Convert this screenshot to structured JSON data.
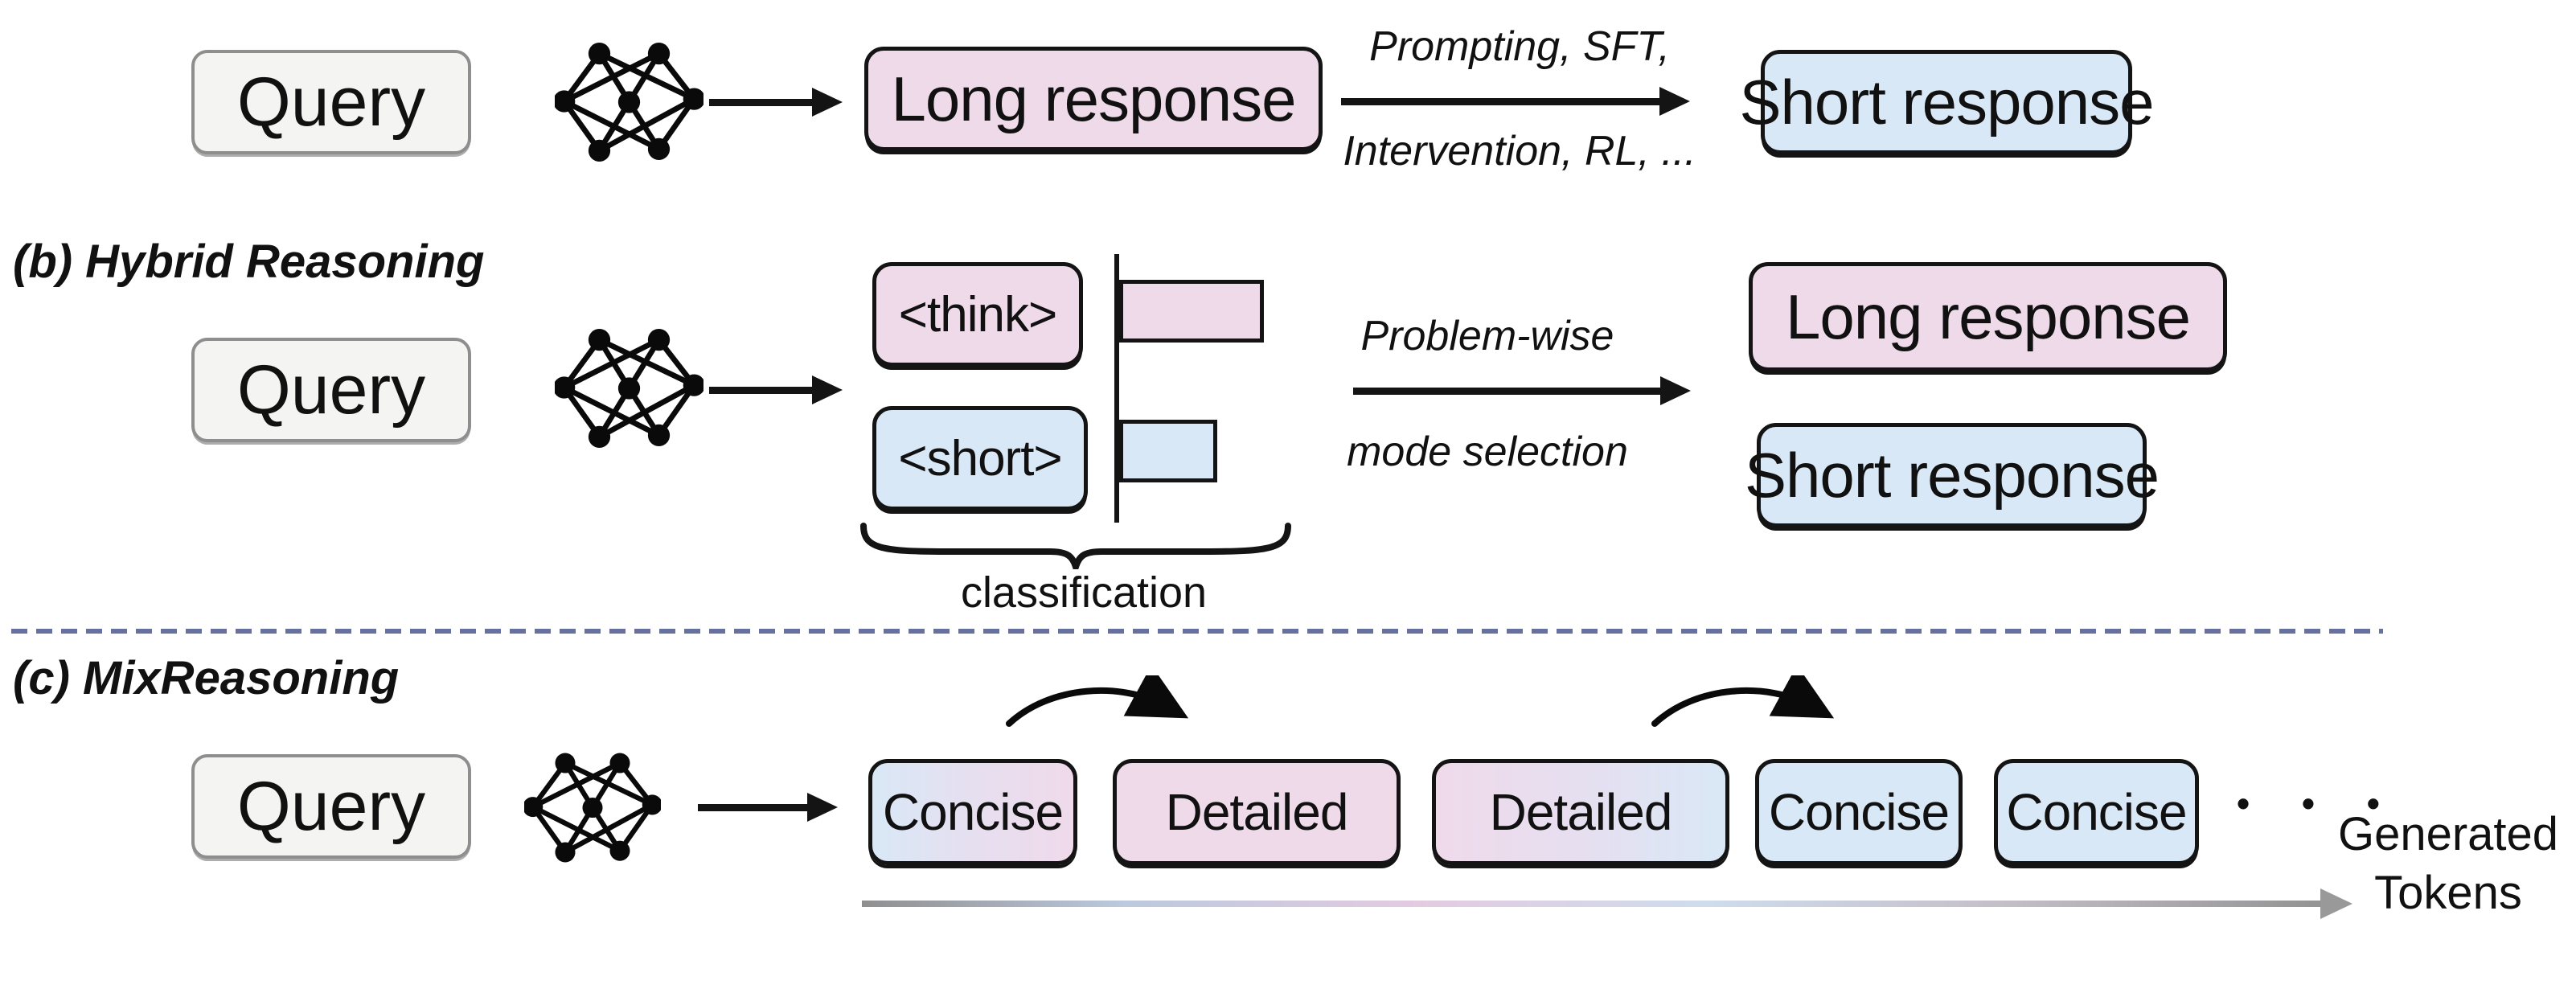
{
  "colors": {
    "pink": "#efdaea",
    "blue": "#d9e8f6",
    "box_border": "#141414",
    "query_fill": "#f4f4f3",
    "query_border": "#8e8e8e",
    "divider": "#66719f",
    "gradient_arrow_gray": "#999999"
  },
  "row_a": {
    "query": "Query",
    "long_response": "Long response",
    "arrow_label_line1": "Prompting, SFT,",
    "arrow_label_line2": "Intervention, RL, ...",
    "short_response": "Short response"
  },
  "row_b": {
    "section_label": "(b) Hybrid Reasoning",
    "query": "Query",
    "think_token": "<think>",
    "short_token": "<short>",
    "chart": {
      "type": "bar",
      "orientation": "horizontal",
      "categories": [
        "<think>",
        "<short>"
      ],
      "values": [
        0.62,
        0.42
      ],
      "caption": "classification"
    },
    "brace_caption": "classification",
    "arrow_label_line1": "Problem-wise",
    "arrow_label_line2": "mode selection",
    "long_response": "Long response",
    "short_response": "Short response"
  },
  "row_c": {
    "section_label": "(c) MixReasoning",
    "query": "Query",
    "tokens": [
      {
        "label": "Concise",
        "style": "blue-to-pink"
      },
      {
        "label": "Detailed",
        "style": "pink"
      },
      {
        "label": "Detailed",
        "style": "pink-to-blue"
      },
      {
        "label": "Concise",
        "style": "blue"
      },
      {
        "label": "Concise",
        "style": "blue"
      }
    ],
    "ellipsis": "• • •",
    "axis_label_line1": "Generated",
    "axis_label_line2": "Tokens"
  }
}
